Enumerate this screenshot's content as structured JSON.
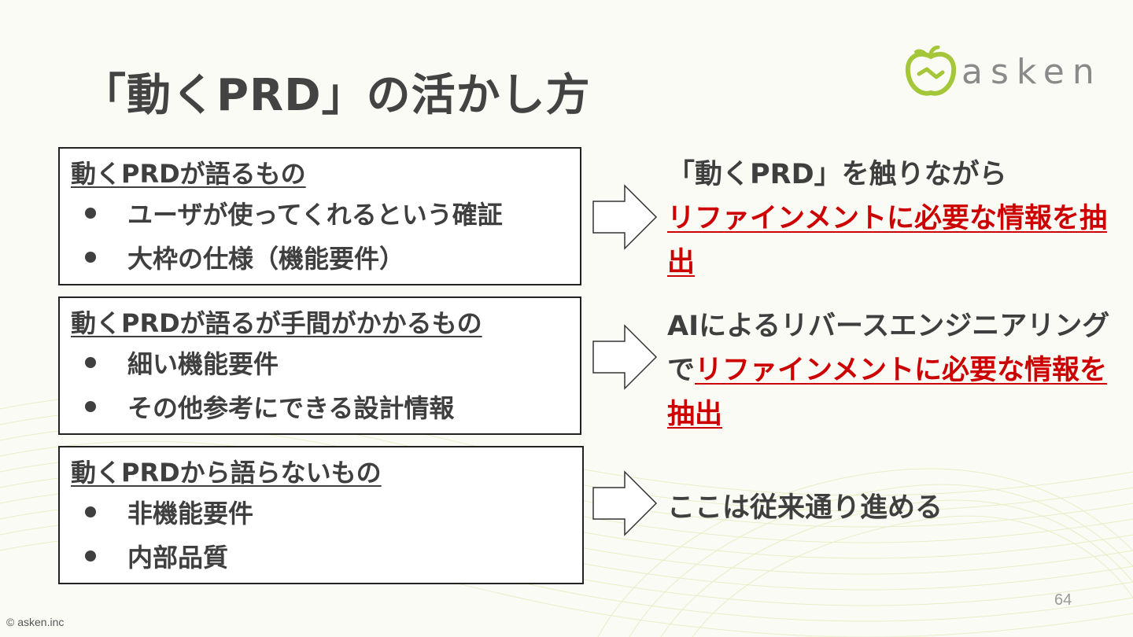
{
  "slide": {
    "title": "「動くPRD」の活かし方",
    "page_number": "64",
    "copyright": "© asken.inc"
  },
  "logo": {
    "text": "asken",
    "icon": "apple-icon",
    "color": "#a4c639"
  },
  "colors": {
    "accent_red": "#cc0000",
    "text": "#3f3f3f",
    "logo_green": "#a4c639"
  },
  "boxes": [
    {
      "heading": "動くPRDが語るもの",
      "items": [
        "ユーザが使ってくれるという確証",
        "大枠の仕様（機能要件）"
      ]
    },
    {
      "heading": "動くPRDが語るが手間がかかるもの",
      "items": [
        "細い機能要件",
        "その他参考にできる設計情報"
      ]
    },
    {
      "heading": "動くPRDから語らないもの",
      "items": [
        "非機能要件",
        "内部品質"
      ]
    }
  ],
  "conclusions": [
    {
      "prefix": "「動くPRD」を触りながら",
      "highlight": "リファインメントに必要な情報を抽出"
    },
    {
      "prefix": "AIによるリバースエンジニアリングで",
      "highlight": "リファインメントに必要な情報を抽出"
    },
    {
      "prefix": "ここは従来通り進める",
      "highlight": ""
    }
  ]
}
